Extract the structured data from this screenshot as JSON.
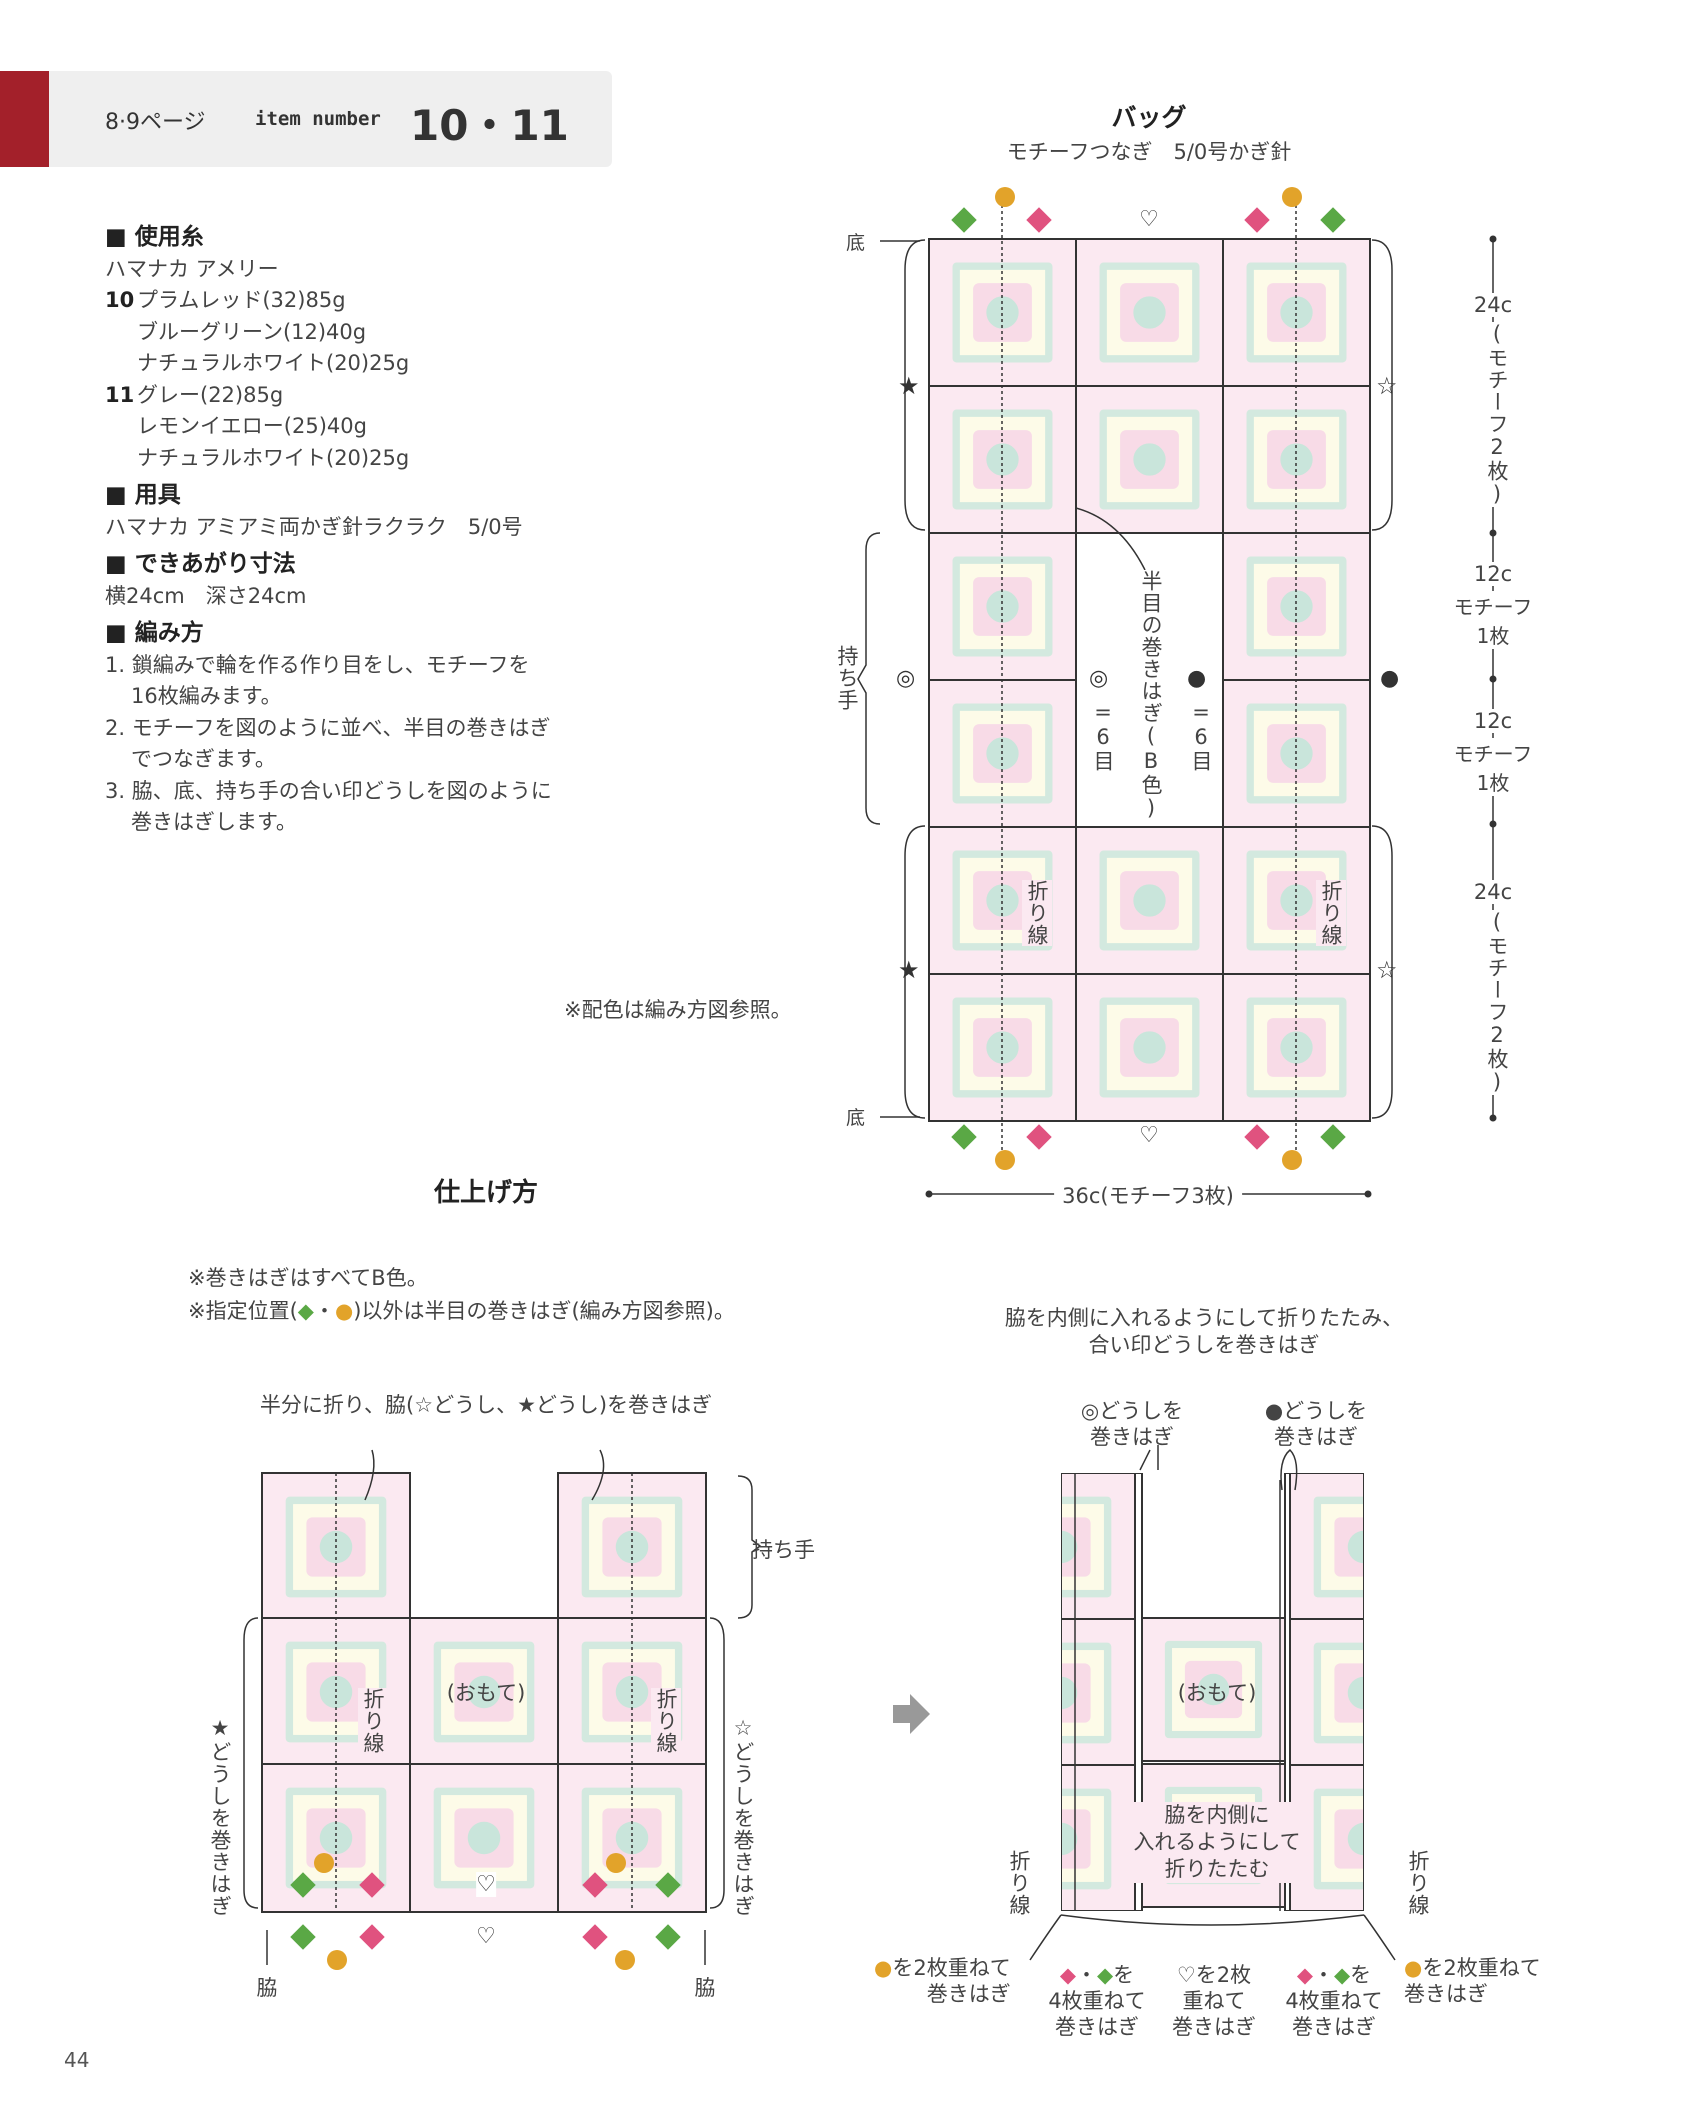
{
  "header": {
    "pages": "8·9ページ",
    "item_label": "item number",
    "item_number": "10・11"
  },
  "yarn": {
    "heading": "■ 使用糸",
    "brand": "ハマナカ アメリー",
    "lines": [
      {
        "num": "10",
        "text": "プラムレッド(32)85g"
      },
      {
        "num": "",
        "text": "ブルーグリーン(12)40g"
      },
      {
        "num": "",
        "text": "ナチュラルホワイト(20)25g"
      },
      {
        "num": "11",
        "text": "グレー(22)85g"
      },
      {
        "num": "",
        "text": "レモンイエロー(25)40g"
      },
      {
        "num": "",
        "text": "ナチュラルホワイト(20)25g"
      }
    ]
  },
  "tools": {
    "heading": "■ 用具",
    "text": "ハマナカ アミアミ両かぎ針ラクラク　5/0号"
  },
  "size": {
    "heading": "■ できあがり寸法",
    "text": "横24cm　深さ24cm"
  },
  "method": {
    "heading": "■ 編み方",
    "steps": [
      "1. 鎖編みで輪を作る作り目をし、モチーフを",
      "16枚編みます。",
      "2. モチーフを図のように並べ、半目の巻きはぎ",
      "でつなぎます。",
      "3. 脇、底、持ち手の合い印どうしを図のように",
      "巻きはぎします。"
    ]
  },
  "color_note": "※配色は編み方図参照。",
  "bag": {
    "title": "バッグ",
    "subtitle": "モチーフつなぎ　5/0号かぎ針",
    "bottom": "底",
    "handle": "持ち手",
    "fold": "折り線",
    "seam": "半目の巻きはぎ(B色)",
    "six": "=6目",
    "star_filled": "★",
    "star_open": "☆",
    "double_circle": "◎",
    "filled_circle": "●",
    "heart": "♡",
    "dim_24a": "24c",
    "dim_24a_sub": "(モチーフ2枚)",
    "dim_12a": "12c",
    "dim_12a_sub1": "モチーフ",
    "dim_12a_sub2": "1枚",
    "dim_12b": "12c",
    "dim_12b_sub1": "モチーフ",
    "dim_12b_sub2": "1枚",
    "dim_24b": "24c",
    "dim_24b_sub": "(モチーフ2枚)",
    "width": "36c(モチーフ3枚)"
  },
  "finishing": {
    "title": "仕上げ方",
    "note1": "※巻きはぎはすべてB色。",
    "note2_a": "※指定位置(",
    "note2_sep": "・",
    "note2_b": ")以外は半目の巻きはぎ(編み方図参照)。",
    "step1": "半分に折り、脇(☆どうし、★どうし)を巻きはぎ",
    "handle": "持ち手",
    "front": "(おもて)",
    "fold": "折り線",
    "star_join": "★どうしを巻きはぎ",
    "ostar_join": "☆どうしを巻きはぎ",
    "side": "脇",
    "step2_l1": "脇を内側に入れるようにして折りたたみ、",
    "step2_l2": "合い印どうしを巻きはぎ",
    "dc_join1": "◎どうしを",
    "dc_join2": "巻きはぎ",
    "fc_join1": "●どうしを",
    "fc_join2": "巻きはぎ",
    "front2": "(おもて)",
    "inside1": "脇を内側に",
    "inside2": "入れるようにして",
    "inside3": "折りたたむ",
    "gold_l1": "を2枚重ねて",
    "gold_l2": "巻きはぎ",
    "dia_l1": "を",
    "dia_sep": "・",
    "dia_l2": "4枚重ねて",
    "dia_l3": "巻きはぎ",
    "heart_l1": "♡を2枚",
    "heart_l2": "重ねて",
    "heart_l3": "巻きはぎ"
  },
  "colors": {
    "accent": "#a3202a",
    "green": "#5aa845",
    "pink": "#e0527f",
    "gold": "#e2a32a",
    "motif_bg": "#fbe9f1",
    "motif_ring": "#d3e9df"
  },
  "page_number": "44"
}
